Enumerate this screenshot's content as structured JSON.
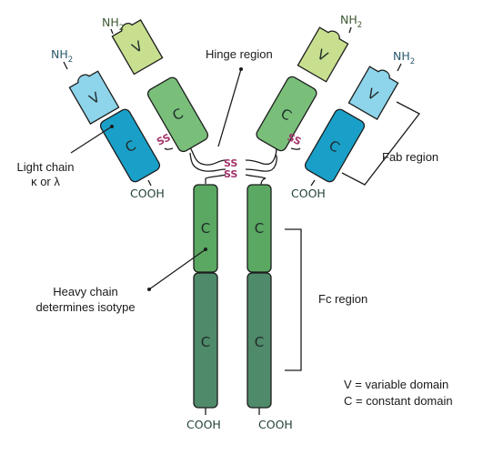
{
  "labels": {
    "hinge": "Hinge region",
    "fab": "Fab region",
    "fc": "Fc region",
    "light_chain_1": "Light chain",
    "light_chain_2": "κ or λ",
    "heavy_chain_1": "Heavy chain",
    "heavy_chain_2": "determines isotype"
  },
  "legend": {
    "variable": "V = variable domain",
    "constant": "C = constant domain"
  },
  "domains": {
    "variable": "V",
    "constant": "C"
  },
  "termini": {
    "amino_main": "NH",
    "amino_sub": "2",
    "carboxyl": "COOH"
  },
  "bond": "SS",
  "colors": {
    "heavy_variable": "#c7df8f",
    "heavy_ch1": "#79bf7a",
    "heavy_fc_upper": "#5aa862",
    "heavy_fc_lower": "#4f8a6a",
    "light_variable": "#8ed4ea",
    "light_constant": "#1aa0c8",
    "disulfide": "#a3336a"
  }
}
